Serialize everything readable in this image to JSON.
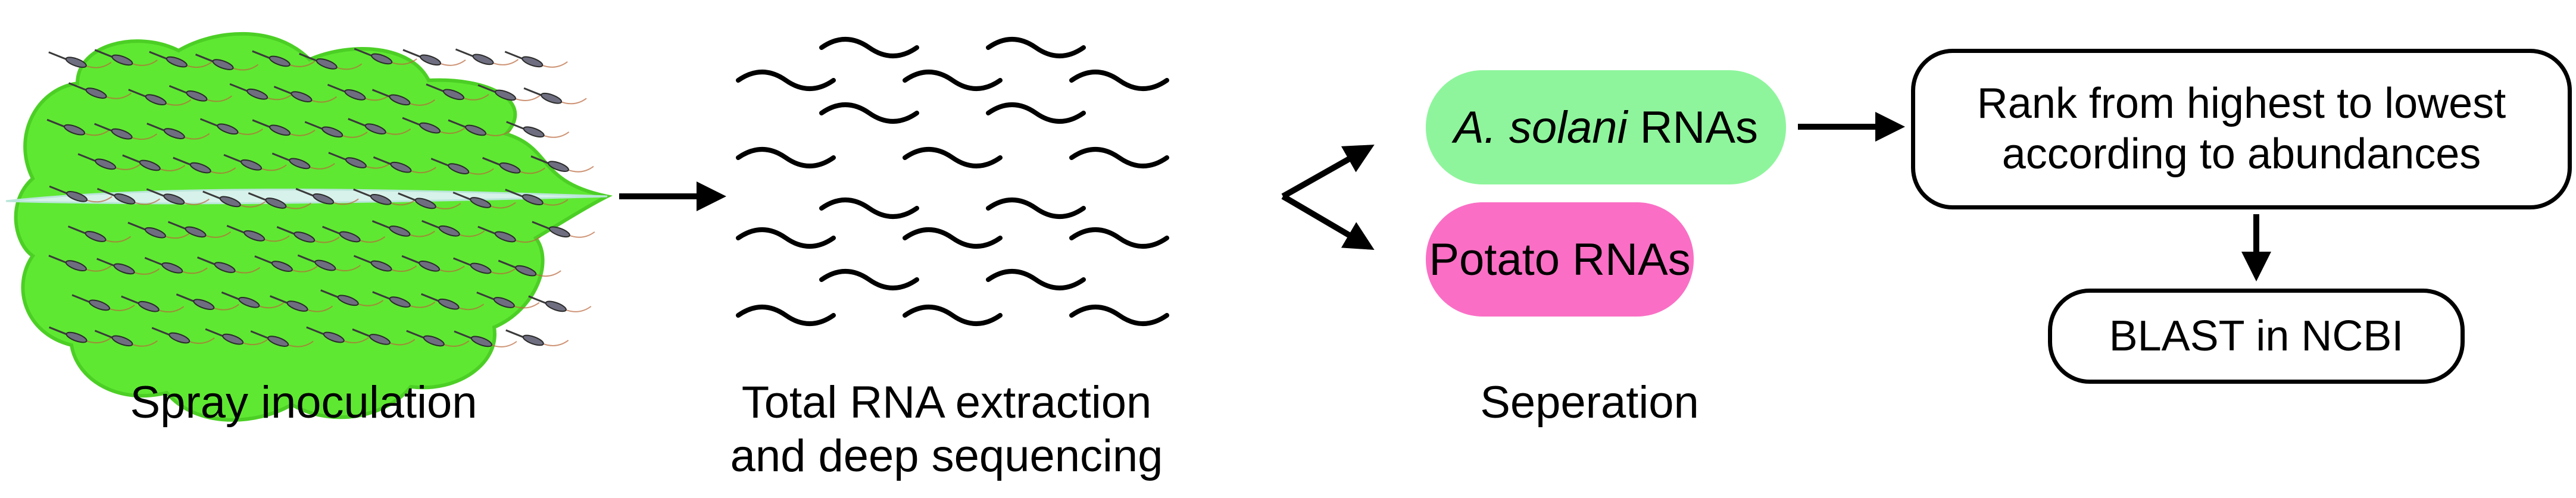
{
  "steps": {
    "spray_label": "Spray inoculation",
    "extraction_line1": "Total RNA extraction",
    "extraction_line2": "and deep sequencing",
    "separation_label": "Seperation"
  },
  "separation": {
    "pathogen_species": "A. solani",
    "pathogen_suffix": " RNAs",
    "host_label": "Potato RNAs"
  },
  "ranking": {
    "line1": "Rank from highest to lowest",
    "line2": "according to abundances"
  },
  "blast": {
    "label": "BLAST in NCBI"
  },
  "colors": {
    "leaf": "#5fe832",
    "leaf_outline": "#4ccf25",
    "leaf_vein": "#d7f2ea",
    "pathogen_pill": "#8ef59c",
    "host_pill": "#fa6fc5",
    "arrow": "#000000"
  }
}
